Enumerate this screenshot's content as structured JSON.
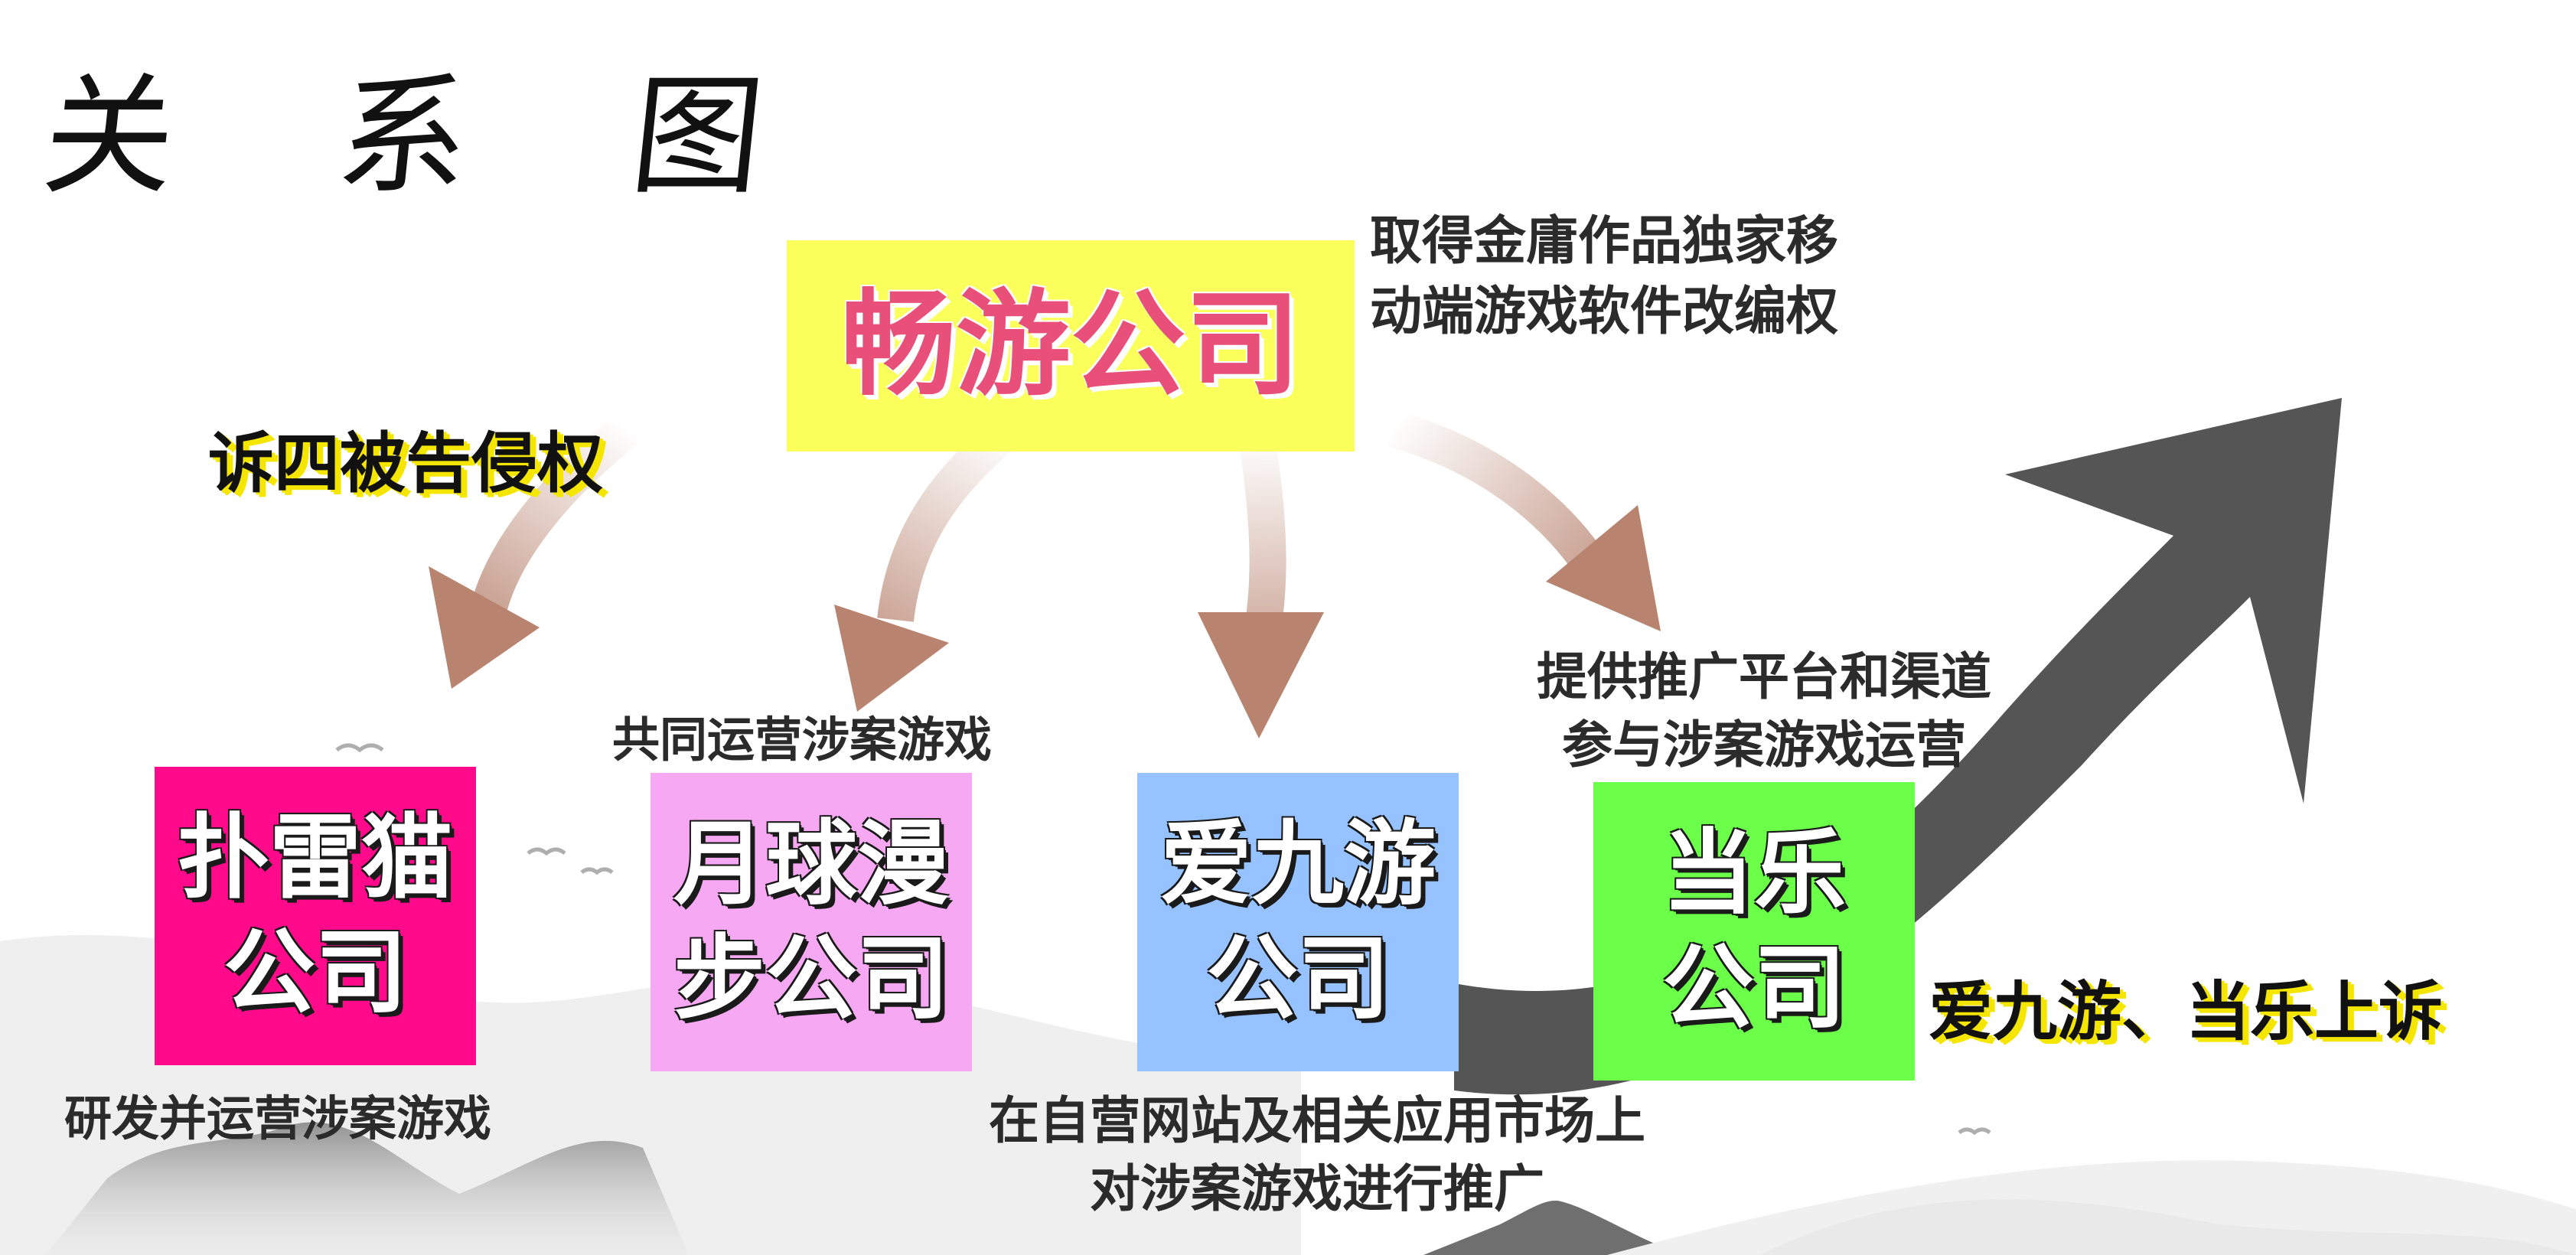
{
  "title": "关 系 图",
  "nodes": {
    "changyou": {
      "label": "畅游公司",
      "color": "#fbff5c"
    },
    "puleimao": {
      "label": "扑雷猫\n公司",
      "color": "#ff0a8a"
    },
    "yueqiu": {
      "label": "月球漫\n步公司",
      "color": "#f7a8f2"
    },
    "aijiuyou": {
      "label": "爱九游\n公司",
      "color": "#96c2ff"
    },
    "dangle": {
      "label": "当乐\n公司",
      "color": "#6bff4a"
    }
  },
  "labels": {
    "sue": "诉四被告侵权",
    "license": "取得金庸作品独家移\n动端游戏软件改编权",
    "joint_operate": "共同运营涉案游戏",
    "platform": "提供推广平台和渠道\n参与涉案游戏运营",
    "develop": "研发并运营涉案游戏",
    "promote": "在自营网站及相关应用市场上\n对涉案游戏进行推广",
    "appeal": "爱九游、当乐上诉"
  }
}
